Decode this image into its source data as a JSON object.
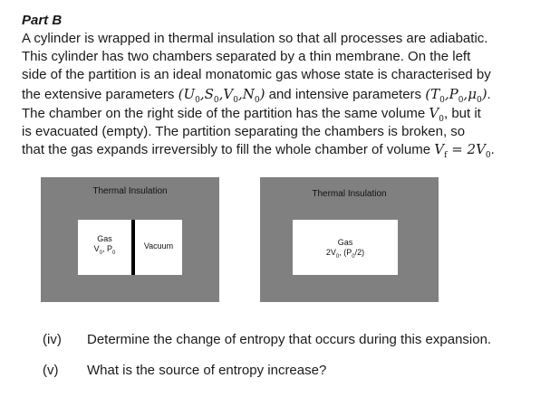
{
  "part_title": "Part B",
  "paragraph": {
    "line1": "A cylinder is wrapped in thermal insulation so that all processes are adiabatic.",
    "line2": "This cylinder has two chambers separated by a thin membrane.  On the left",
    "line3": "side of the partition is an ideal monatomic gas whose state is characterised by",
    "line4a": "the extensive parameters ",
    "line4_math1": "(U0,S0,V0,N0)",
    "line4b": " and intensive parameters ",
    "line4_math2": "(T0,P0,μ0)",
    "line4c": ".",
    "line5a": "The chamber on the right side of the partition has the same volume ",
    "line5_math": "V0",
    "line5b": ", but it",
    "line6": "is evacuated (empty).  The partition separating the chambers is broken, so",
    "line7a": "that the gas expands irreversibly to fill the whole chamber of volume ",
    "line7_math": "Vf = 2V0",
    "line7b": "."
  },
  "diagram_left": {
    "label": "Thermal Insulation",
    "gas_label": "Gas",
    "gas_state": "V0, P0",
    "vacuum_label": "Vacuum"
  },
  "diagram_right": {
    "label": "Thermal Insulation",
    "gas_label": "Gas",
    "gas_state": "2V0, (P0/2)"
  },
  "questions": [
    {
      "number": "(iv)",
      "text": "Determine the change of entropy that occurs during this expansion."
    },
    {
      "number": "(v)",
      "text": "What is the source of entropy increase?"
    }
  ]
}
